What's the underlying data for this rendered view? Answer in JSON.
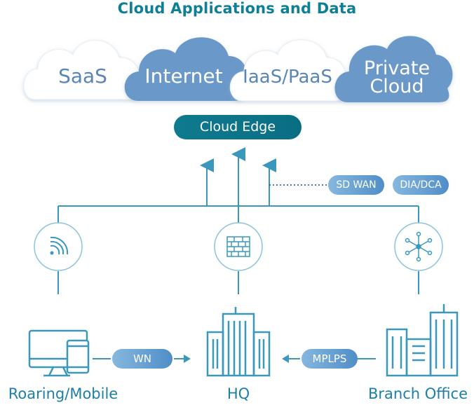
{
  "title": "Cloud Applications and Data",
  "clouds": [
    {
      "label": "SaaS"
    },
    {
      "label": "Internet"
    },
    {
      "label": "IaaS/PaaS"
    },
    {
      "label_line1": "Private",
      "label_line2": "Cloud"
    }
  ],
  "cloud_edge": "Cloud Edge",
  "tags": {
    "sdwan": "SD WAN",
    "diadca": "DIA/DCA"
  },
  "nodes": {
    "left_icon": "wifi-signal-icon",
    "center_icon": "firewall-icon",
    "right_icon": "network-hub-icon"
  },
  "sites": {
    "mobile": "Roaring/Mobile",
    "hq": "HQ",
    "branch": "Branch Office"
  },
  "links": {
    "wn": "WN",
    "mplps": "MPLPS"
  },
  "colors": {
    "accent": "#0e7f95",
    "line": "#3a98bd",
    "cloud_dark": "#6a98c9",
    "cloud_light": "#ffffff"
  }
}
